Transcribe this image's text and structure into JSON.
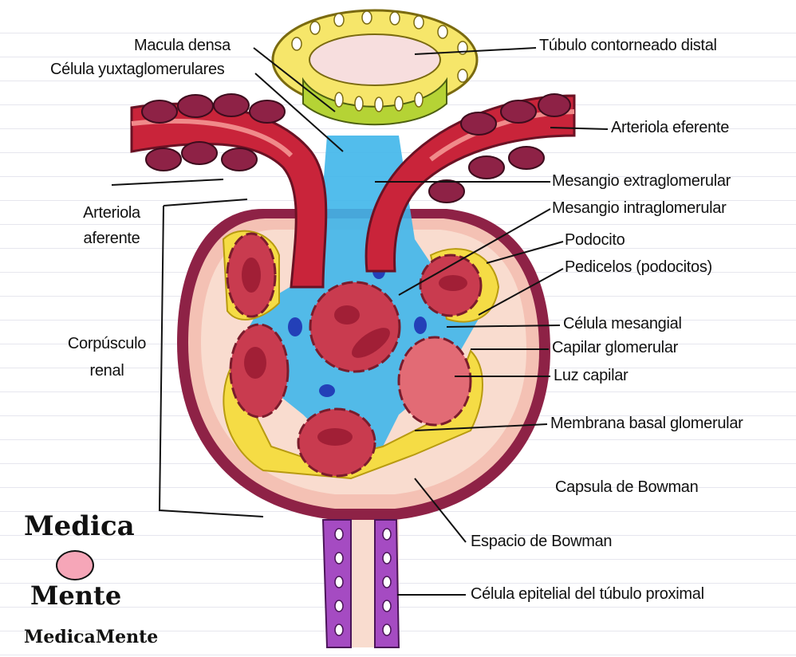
{
  "labels": {
    "macula_densa": "Macula densa",
    "celula_yuxta": "Célula yuxtaglomerulares",
    "tubulo_distal": "Túbulo contorneado distal",
    "arteriola_eferente": "Arteriola eferente",
    "arteriola_aferente_1": "Arteriola",
    "arteriola_aferente_2": "aferente",
    "mesangio_extra": "Mesangio extraglomerular",
    "mesangio_intra": "Mesangio intraglomerular",
    "podocito": "Podocito",
    "pedicelos": "Pedicelos (podocitos)",
    "celula_mesangial": "Célula mesangial",
    "capilar_glomerular": "Capilar glomerular",
    "luz_capilar": "Luz capilar",
    "membrana_basal": "Membrana basal glomerular",
    "capsula_bowman": "Capsula de Bowman",
    "espacio_bowman": "Espacio de Bowman",
    "celula_epitelial": "Célula epitelial del túbulo proximal",
    "corpusculo_1": "Corpúsculo",
    "corpusculo_2": "renal"
  },
  "logo": {
    "line1": "Medica",
    "line2": "Mente",
    "line3": "MedicaMente"
  },
  "colors": {
    "capsule": "#8e2246",
    "capsule_fill": "#f7c9bd",
    "mesangium": "#33aee8",
    "capillary": "#c93b4f",
    "podocyte": "#f5dc45",
    "arteriole": "#c9243a",
    "macula": "#b5d335",
    "tubule_yellow": "#f6e66a",
    "proximal": "#a54bc2"
  }
}
